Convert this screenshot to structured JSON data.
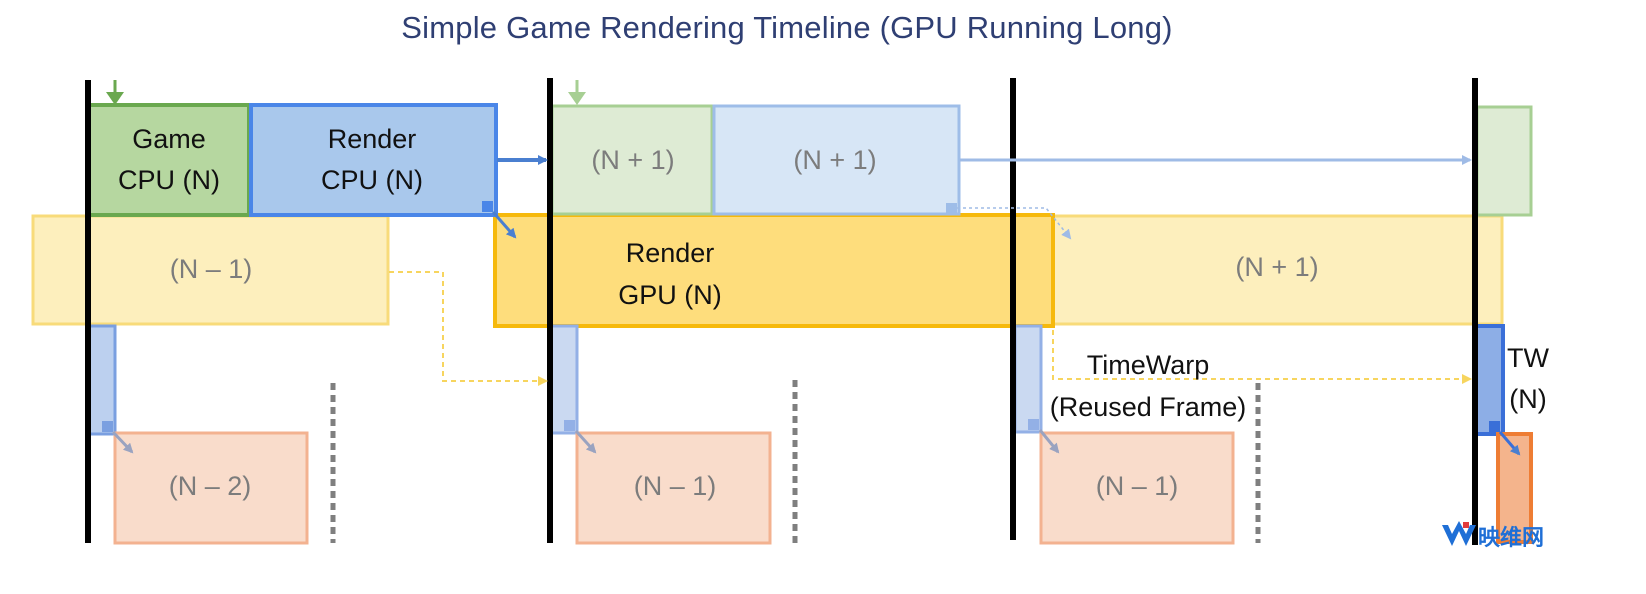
{
  "title": "Simple Game Rendering Timeline (GPU Running Long)",
  "colors": {
    "cpu_game": "#6aa84f",
    "cpu_render": "#4a86e8",
    "gpu": "#f6c026",
    "timewarp": "#4a86e8",
    "display": "#ee8a4c",
    "vsync": "#000000"
  },
  "frames": [
    {
      "game_cpu": [
        "Game",
        "CPU (N)"
      ],
      "render_cpu": [
        "Render",
        "CPU (N)"
      ],
      "gpu_prev": "(N – 1)",
      "display": "(N – 2)"
    },
    {
      "game_cpu": "(N + 1)",
      "render_cpu": "(N + 1)",
      "gpu_current": [
        "Render",
        "GPU (N)"
      ],
      "display": "(N – 1)"
    },
    {
      "gpu_next": "(N + 1)",
      "timewarp_label": [
        "TimeWarp",
        "(Reused Frame)"
      ],
      "display": "(N – 1)"
    },
    {
      "timewarp_label": [
        "TW",
        "(N)"
      ]
    }
  ],
  "watermark": {
    "icon": "vr-logo-icon",
    "text": "映维网"
  }
}
